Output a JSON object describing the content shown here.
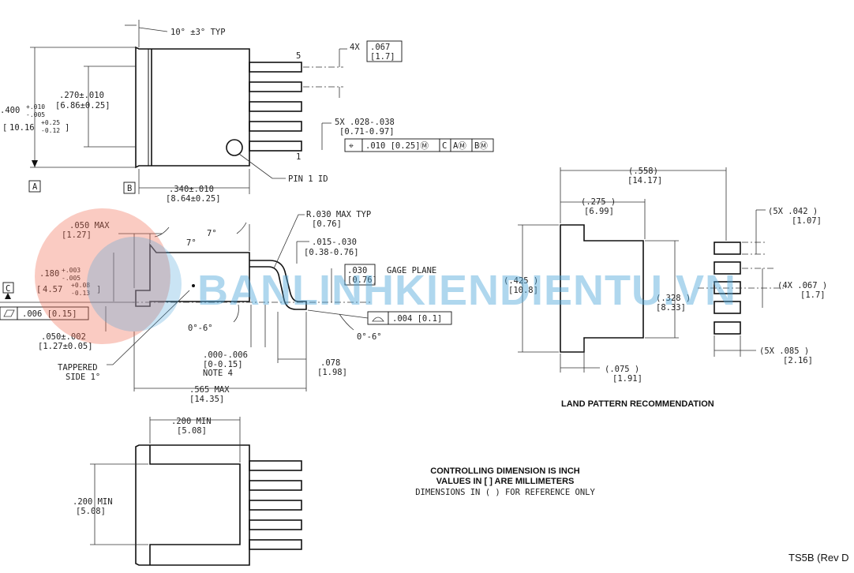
{
  "top_view": {
    "angle_typ": "10° ±3° TYP",
    "pin5": "5",
    "pin1": "1",
    "pitch_4x_label": "4X",
    "pitch_in": ".067",
    "pitch_mm": "[1.7]",
    "height_in_a": ".400",
    "height_in_b": "+.010",
    "height_in_c": "-.005",
    "height_mm_a": "10.16",
    "height_mm_b": "+0.25",
    "height_mm_c": "-0.12",
    "body_h_in": ".270±.010",
    "body_h_mm": "[6.86±0.25]",
    "lead_w_in": "5X .028-.038",
    "lead_w_mm": "[0.71-0.97]",
    "fcf_pos": "⌖",
    "fcf_tol": ".010 [0.25]Ⓜ",
    "fcf_c": "C",
    "fcf_a": "AⓂ",
    "fcf_b": "BⓂ",
    "pin1_id": "PIN 1 ID",
    "datum_a": "A",
    "datum_b": "B",
    "width_in": ".340±.010",
    "width_mm": "[8.64±0.25]"
  },
  "side_view": {
    "tab_max_in": ".050  MAX",
    "tab_max_mm": "[1.27]",
    "angle7a": "7°",
    "angle7b": "7°",
    "radius_in": "R.030  MAX TYP",
    "radius_mm": "[0.76]",
    "lead_t_in": ".015-.030",
    "lead_t_mm": "[0.38-0.76]",
    "gage_in": ".030",
    "gage_mm": "[0.76]",
    "gage_label": "GAGE PLANE",
    "h_in_a": ".180",
    "h_in_b": "+.003",
    "h_in_c": "-.005",
    "h_mm_a": "4.57",
    "h_mm_b": "+0.08",
    "h_mm_c": "-0.13",
    "datum_c": "C",
    "flat_tol": ".006 [0.15]",
    "prof_tol": ".004 [0.1]",
    "angle06a": "0°-6°",
    "angle06b": "0°-6°",
    "stand_in": ".050±.002",
    "stand_mm": "[1.27±0.05]",
    "tapered_a": "TAPPERED",
    "tapered_b": "SIDE 1°",
    "std_in": ".000-.006",
    "std_mm": "[0-0.15]",
    "note4": "NOTE 4",
    "foot_in": ".078",
    "foot_mm": "[1.98]",
    "len_in": ".565   MAX",
    "len_mm": "[14.35]"
  },
  "bottom_view": {
    "w_in": ".200 MIN",
    "w_mm": "[5.08]",
    "h_in": ".200 MIN",
    "h_mm": "[5.08]"
  },
  "land_pattern": {
    "total_in": "(.558)",
    "total_mm": "[14.17]",
    "pad_w_in": "(.275   )",
    "pad_w_mm": "[6.99]",
    "lead_w_in": "(5X .042  )",
    "lead_w_mm": "[1.07]",
    "pad_h_in": "(.425  )",
    "pad_h_mm": "[10.8]",
    "tab_h_in": "(.328  )",
    "tab_h_mm": "[8.33]",
    "pitch_in": "(4X .067  )",
    "pitch_mm": "[1.7]",
    "lead_l_in": "(5X .085  )",
    "lead_l_mm": "[2.16]",
    "gap_in": "(.075  )",
    "gap_mm": "[1.91]",
    "title": "LAND PATTERN RECOMMENDATION"
  },
  "notes": {
    "line1": "CONTROLLING DIMENSION IS INCH",
    "line2": "VALUES IN [ ] ARE MILLIMETERS",
    "line3": "DIMENSIONS IN ( ) FOR REFERENCE ONLY"
  },
  "revision": "TS5B (Rev D",
  "watermark": "BANLINHKIENDIENTU.VN"
}
